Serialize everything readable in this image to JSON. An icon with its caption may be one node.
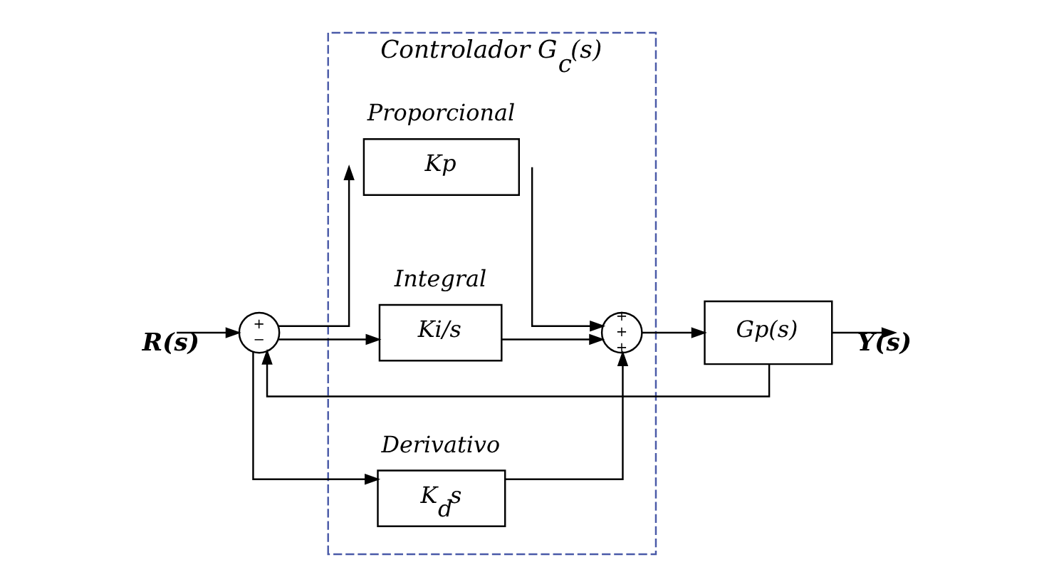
{
  "diagram": {
    "nodes": [
      {
        "text": [
          "Controlador G$_{c}$(s)"
        ]
      },
      {
        "text": [
          "+",
          "−"
        ]
      },
      {
        "text": [
          "Kp"
        ],
        "in": 0,
        "beside": [
          "Proporcional"
        ]
      },
      {
        "text": [
          "Ki/s"
        ],
        "in": 0,
        "beside": [
          "Integral"
        ]
      },
      {
        "text": [
          "K$_{d}$s"
        ],
        "in": 0,
        "beside": [
          "Derivativo"
        ]
      },
      {
        "text": [
          "+",
          "+",
          "+"
        ],
        "in": 0
      },
      {
        "text": [
          "Gp(s)"
        ]
      }
    ],
    "edges": [
      {
        "from": null,
        "to": 1,
        "arrow": "to",
        "label": "R(s)"
      },
      {
        "from": 1,
        "to": 2,
        "arrow": "to"
      },
      {
        "from": 1,
        "to": 3,
        "arrow": "to"
      },
      {
        "from": 1,
        "to": 4,
        "arrow": "to"
      },
      {
        "from": 2,
        "to": 5,
        "arrow": "to"
      },
      {
        "from": 3,
        "to": 5,
        "arrow": "to"
      },
      {
        "from": 4,
        "to": 5,
        "arrow": "to"
      },
      {
        "from": 5,
        "to": 6,
        "arrow": "to"
      },
      {
        "from": 6,
        "to": null,
        "arrow": "to",
        "label": "Y(s)"
      },
      {
        "from": 6,
        "to": 1,
        "arrow": "to"
      }
    ]
  }
}
